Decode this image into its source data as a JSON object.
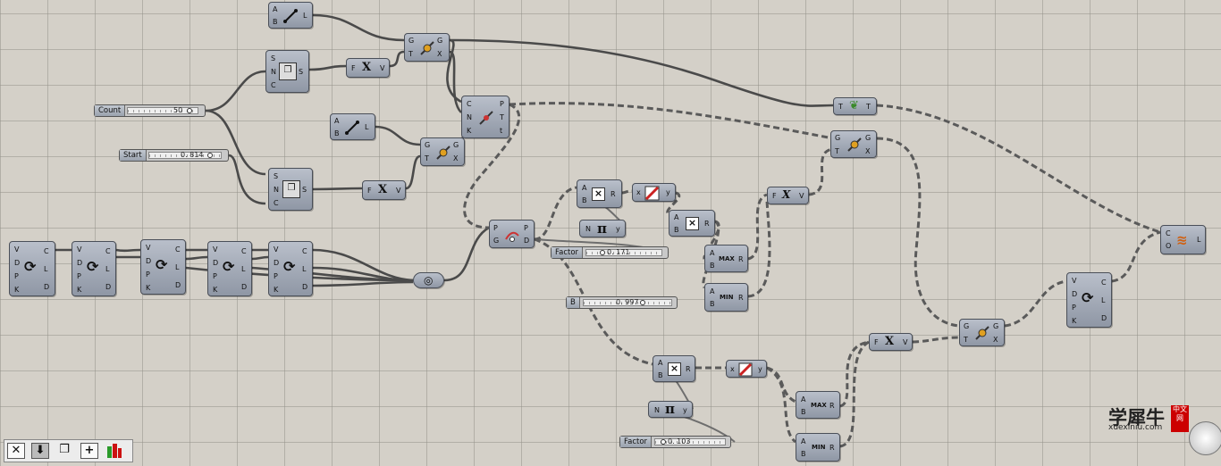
{
  "sliders": {
    "count": {
      "name": "Count",
      "value": "50"
    },
    "start": {
      "name": "Start",
      "value": "0. 814"
    },
    "factor1": {
      "name": "Factor",
      "value": "0. 171"
    },
    "b": {
      "name": "B",
      "value": "0. 997"
    },
    "factor2": {
      "name": "Factor",
      "value": "0. 103"
    }
  },
  "icons": {
    "line": "line-icon",
    "series": "series-icon",
    "expression": "expression-x-icon",
    "evaluate": "evaluate-graph-icon",
    "multiply": "multiply-icon",
    "pi": "pi-icon",
    "divide": "divide-icon",
    "max": "max-icon",
    "min": "min-icon",
    "sprout": "sprout-icon",
    "loft": "loft-icon",
    "rotate": "rotate-icon"
  },
  "glyphs": {
    "pi": "π",
    "x": "X",
    "mult": "×",
    "max": "MAX",
    "min": "MIN"
  },
  "ports": {
    "A": "A",
    "B": "B",
    "L": "L",
    "S": "S",
    "N": "N",
    "C": "C",
    "F": "F",
    "V": "V",
    "G": "G",
    "T": "T",
    "X": "X",
    "P": "P",
    "K": "K",
    "t": "t",
    "D": "D",
    "R": "R",
    "x": "x",
    "y": "y",
    "O": "O"
  },
  "toolbar": {
    "close": "✕",
    "download": "⬇",
    "copy": "❐",
    "add": "+"
  },
  "watermark": {
    "cn": "学犀牛",
    "en": "xuexiniu.com",
    "badge": "中文网"
  }
}
